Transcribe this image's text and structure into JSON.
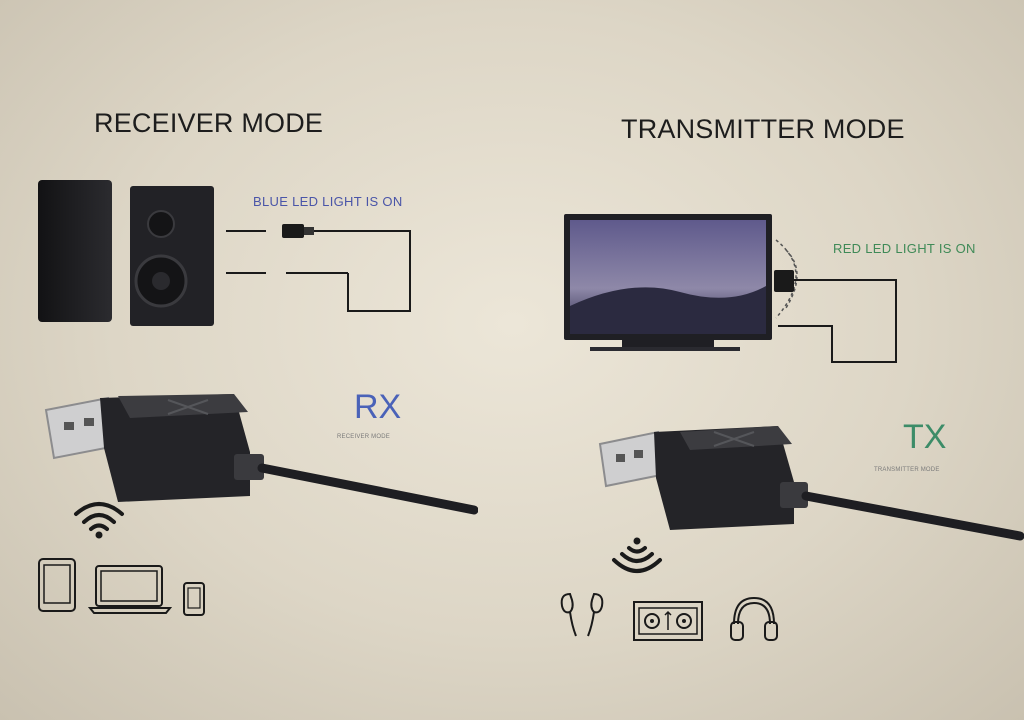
{
  "receiver": {
    "title": "RECEIVER MODE",
    "led_label": "BLUE LED LIGHT IS ON",
    "mode_code": "RX",
    "mode_caption": "RECEIVER MODE",
    "colors": {
      "led_text": "#4a55a8",
      "mode_code": "#4a62b8"
    },
    "device_icons": [
      "tablet-icon",
      "laptop-icon",
      "phone-icon"
    ],
    "signal_icon": "wifi-icon"
  },
  "transmitter": {
    "title": "TRANSMITTER MODE",
    "led_label": "RED LED LIGHT IS ON",
    "mode_code": "TX",
    "mode_caption": "TRANSMITTER MODE",
    "colors": {
      "led_text": "#3f8a57",
      "mode_code": "#3c8c68"
    },
    "device_icons": [
      "earphones-icon",
      "cassette-icon",
      "headphones-icon"
    ],
    "signal_icon": "broadcast-signal-icon"
  }
}
